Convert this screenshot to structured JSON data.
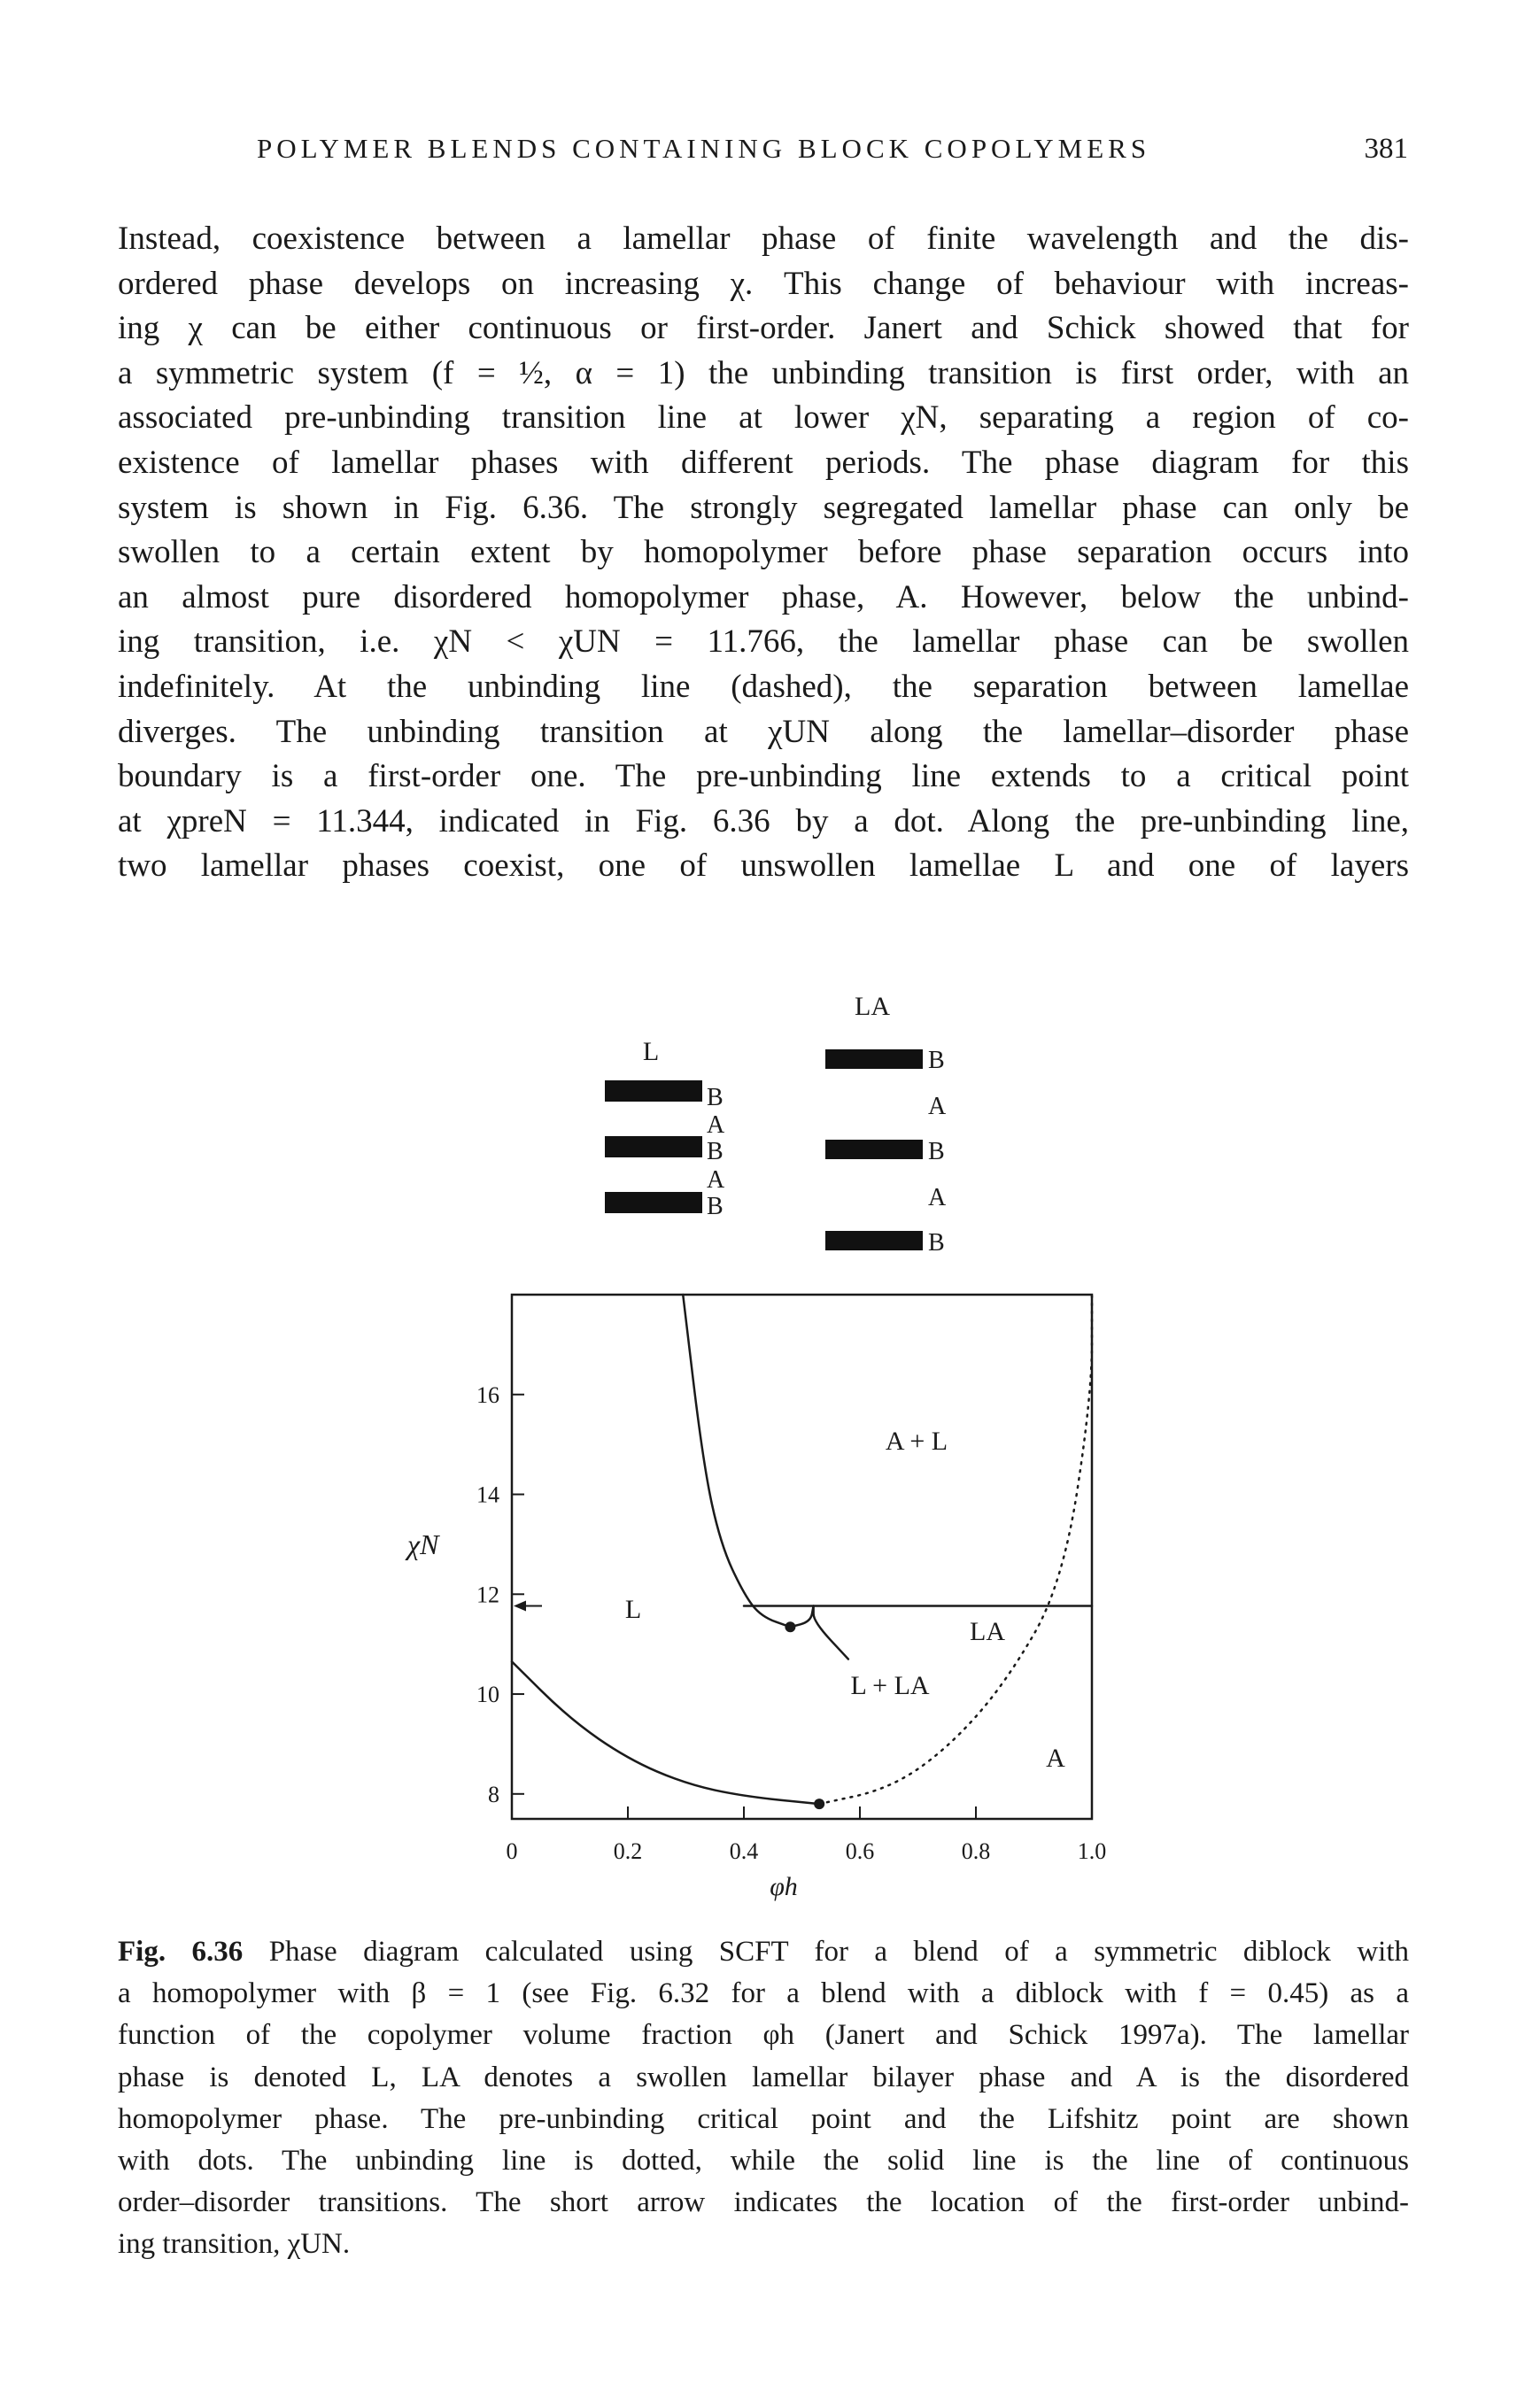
{
  "header": {
    "running_title": "POLYMER BLENDS CONTAINING BLOCK COPOLYMERS",
    "page_number": "381"
  },
  "body_lines": [
    "Instead, coexistence between a lamellar phase of finite wavelength and the dis-",
    "ordered phase develops on increasing χ. This change of behaviour with increas-",
    "ing χ can be either continuous or first-order. Janert and Schick showed that for",
    "a symmetric system (f = ½, α = 1) the unbinding transition is first order, with an",
    "associated pre-unbinding transition line at lower χN, separating a region of co-",
    "existence of lamellar phases with different periods. The phase diagram for this",
    "system is shown in Fig. 6.36. The strongly segregated lamellar phase can only be",
    "swollen to a certain extent by homopolymer before phase separation occurs into",
    "an almost pure disordered homopolymer phase, A. However, below the unbind-",
    "ing transition, i.e. χN < χUN = 11.766, the lamellar phase can be swollen",
    "indefinitely. At the unbinding line (dashed), the separation between lamellae",
    "diverges. The unbinding transition at χUN along the lamellar–disorder phase",
    "boundary is a first-order one. The pre-unbinding line extends to a critical point",
    "at χpreN = 11.344, indicated in Fig. 6.36 by a dot. Along the pre-unbinding line,",
    "two lamellar phases coexist, one of unswollen lamellae L and one of layers"
  ],
  "figure": {
    "schematic_L": {
      "title": "L",
      "labels": [
        "B",
        "A",
        "B",
        "A",
        "B"
      ]
    },
    "schematic_LA": {
      "title": "LA",
      "labels": [
        "B",
        "A",
        "B",
        "A",
        "B"
      ]
    },
    "region_labels": {
      "a_plus_l": "A + L",
      "l": "L",
      "l_plus_la": "L + LA",
      "la": "LA",
      "a": "A"
    }
  },
  "chart_data": {
    "type": "line",
    "title": "",
    "xlabel": "φh",
    "ylabel": "χN",
    "xlim": [
      0,
      1.0
    ],
    "ylim": [
      7.5,
      18
    ],
    "x_ticks": [
      "0",
      "0.2",
      "0.4",
      "0.6",
      "0.8",
      "1.0"
    ],
    "y_ticks": [
      "8",
      "10",
      "12",
      "14",
      "16"
    ],
    "series": [
      {
        "style": "solid",
        "points": [
          [
            0.295,
            18
          ],
          [
            0.33,
            14.6
          ],
          [
            0.36,
            13.0
          ],
          [
            0.4,
            12.0
          ],
          [
            0.43,
            11.55
          ],
          [
            0.48,
            11.344
          ]
        ]
      },
      {
        "style": "solid",
        "points": [
          [
            0.48,
            11.344
          ],
          [
            0.515,
            11.45
          ],
          [
            0.52,
            11.766
          ]
        ]
      },
      {
        "style": "solid",
        "points": [
          [
            0.52,
            11.766
          ],
          [
            0.52,
            11.45
          ],
          [
            0.58,
            10.7
          ]
        ]
      },
      {
        "style": "solid",
        "points": [
          [
            0.4,
            11.766
          ],
          [
            1.0,
            11.766
          ]
        ]
      },
      {
        "style": "solid",
        "points": [
          [
            0.0,
            10.65
          ],
          [
            0.1,
            9.5
          ],
          [
            0.2,
            8.7
          ],
          [
            0.3,
            8.2
          ],
          [
            0.4,
            7.95
          ],
          [
            0.53,
            7.8
          ]
        ]
      },
      {
        "style": "dotted",
        "points": [
          [
            0.53,
            7.8
          ],
          [
            0.65,
            8.1
          ],
          [
            0.75,
            8.9
          ],
          [
            0.85,
            10.2
          ],
          [
            0.95,
            12.2
          ],
          [
            1.0,
            16
          ],
          [
            1.0,
            18
          ]
        ]
      }
    ],
    "special_points": [
      {
        "label": "pre-unbinding critical point",
        "x": 0.48,
        "y": 11.344
      },
      {
        "label": "Lifshitz point",
        "x": 0.53,
        "y": 7.8
      }
    ],
    "arrow": {
      "label": "χUN",
      "y": 11.766
    }
  },
  "caption": {
    "fig_label": "Fig. 6.36",
    "lines": [
      "Phase diagram calculated using SCFT for a blend of a symmetric diblock with",
      "a homopolymer with β = 1 (see Fig. 6.32 for a blend with a diblock with f = 0.45) as a",
      "function of the copolymer volume fraction φh (Janert and Schick 1997a). The lamellar",
      "phase is denoted L, LA denotes a swollen lamellar bilayer phase and A is the disordered",
      "homopolymer phase. The pre-unbinding critical point and the Lifshitz point are shown",
      "with dots. The unbinding line is dotted, while the solid line is the line of continuous",
      "order–disorder transitions. The short arrow indicates the location of the first-order unbind-",
      "ing transition, χUN."
    ]
  }
}
